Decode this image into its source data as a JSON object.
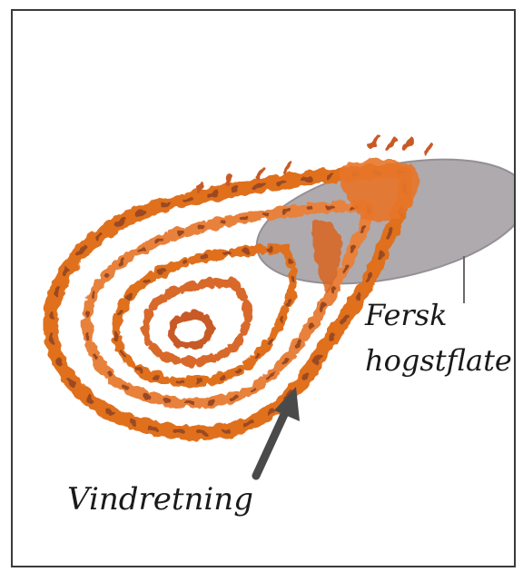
{
  "labels": {
    "clearcut_line1": "Fersk",
    "clearcut_line2": "hogstflate",
    "wind_direction": "Vindretning"
  },
  "colors": {
    "frame": "#3a3a3a",
    "clearcut_fill": "#a9a3a8",
    "orange": "#e0701e",
    "orange_light": "#f2a255",
    "brown": "#9a4a22",
    "arrow": "#4a4a4a"
  }
}
